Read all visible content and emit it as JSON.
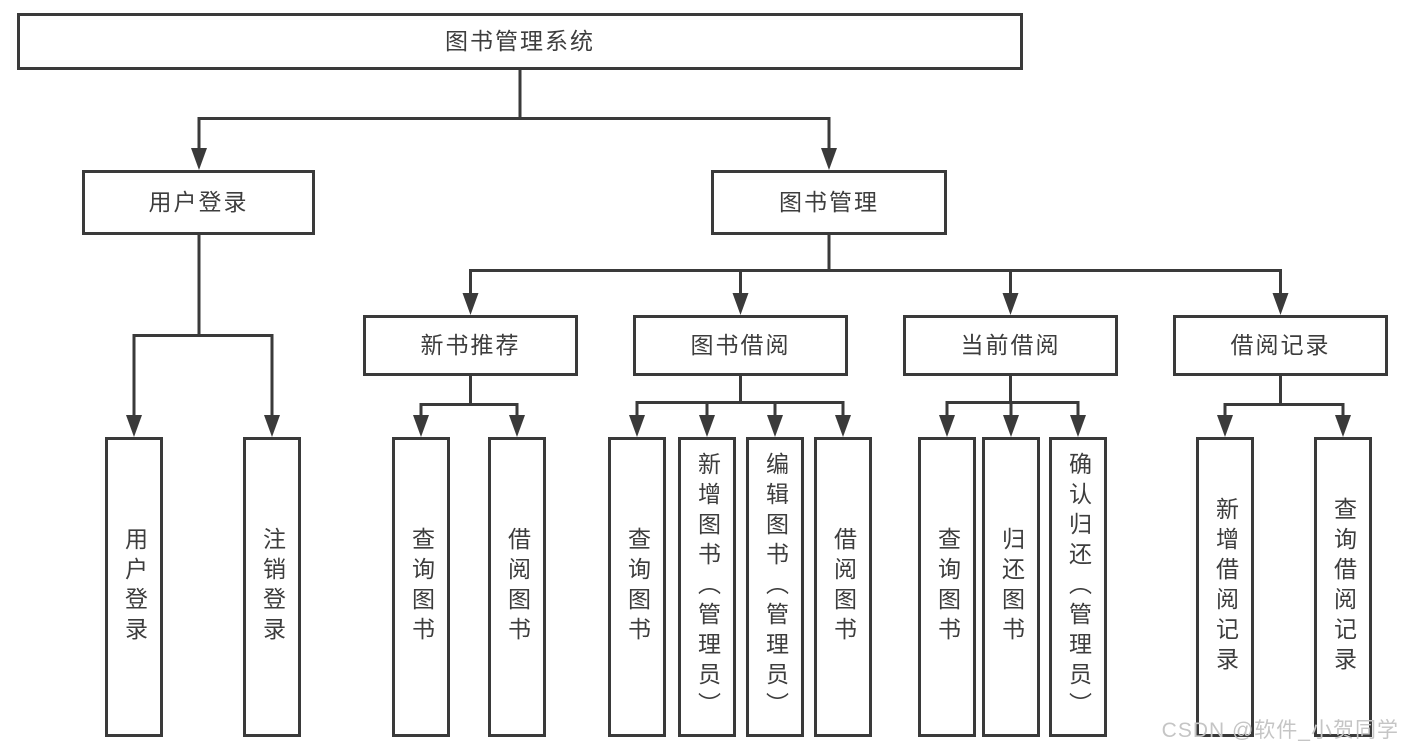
{
  "tree": {
    "root": {
      "label": "图书管理系统"
    },
    "branches": [
      {
        "label": "用户登录",
        "children": [
          "用户登录",
          "注销登录"
        ]
      },
      {
        "label": "图书管理",
        "children": [
          {
            "label": "新书推荐",
            "children": [
              "查询图书",
              "借阅图书"
            ]
          },
          {
            "label": "图书借阅",
            "children": [
              "查询图书",
              "新增图书（管理员）",
              "编辑图书（管理员）",
              "借阅图书"
            ]
          },
          {
            "label": "当前借阅",
            "children": [
              "查询图书",
              "归还图书",
              "确认归还（管理员）"
            ]
          },
          {
            "label": "借阅记录",
            "children": [
              "新增借阅记录",
              "查询借阅记录"
            ]
          }
        ]
      }
    ]
  },
  "watermark": "CSDN @软件_小贺同学",
  "colors": {
    "line": "#3a3a3a",
    "text": "#3d3d3d",
    "watermark": "#c5c5c5",
    "background": "#ffffff"
  }
}
